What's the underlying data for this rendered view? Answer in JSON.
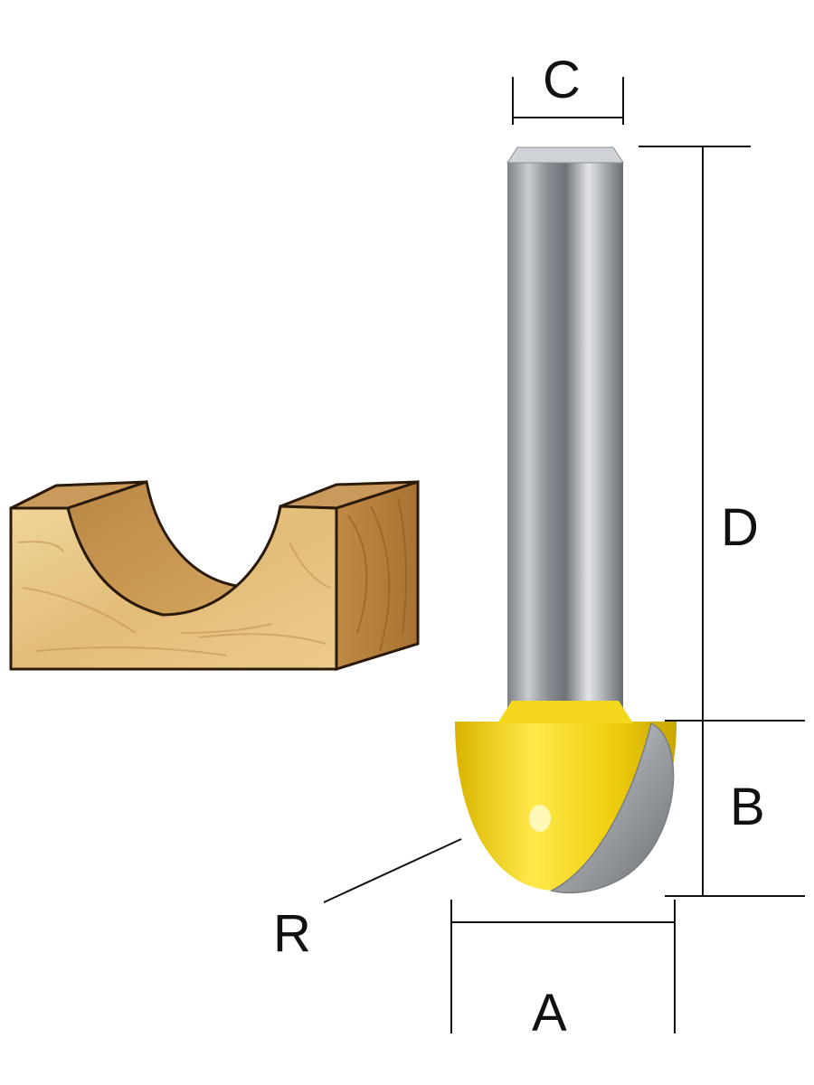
{
  "labels": {
    "shank_diameter": "C",
    "shank_length": "D",
    "cutting_height": "B",
    "cutting_diameter": "A",
    "radius": "R"
  },
  "colors": {
    "shank": "#a9adb3",
    "cutter_body": "#f2d21a",
    "cutter_edge": "#b9bcc0",
    "wood_light": "#e7c685",
    "wood_dark": "#c79a55",
    "wood_side": "#b8843f",
    "line": "#111111"
  }
}
